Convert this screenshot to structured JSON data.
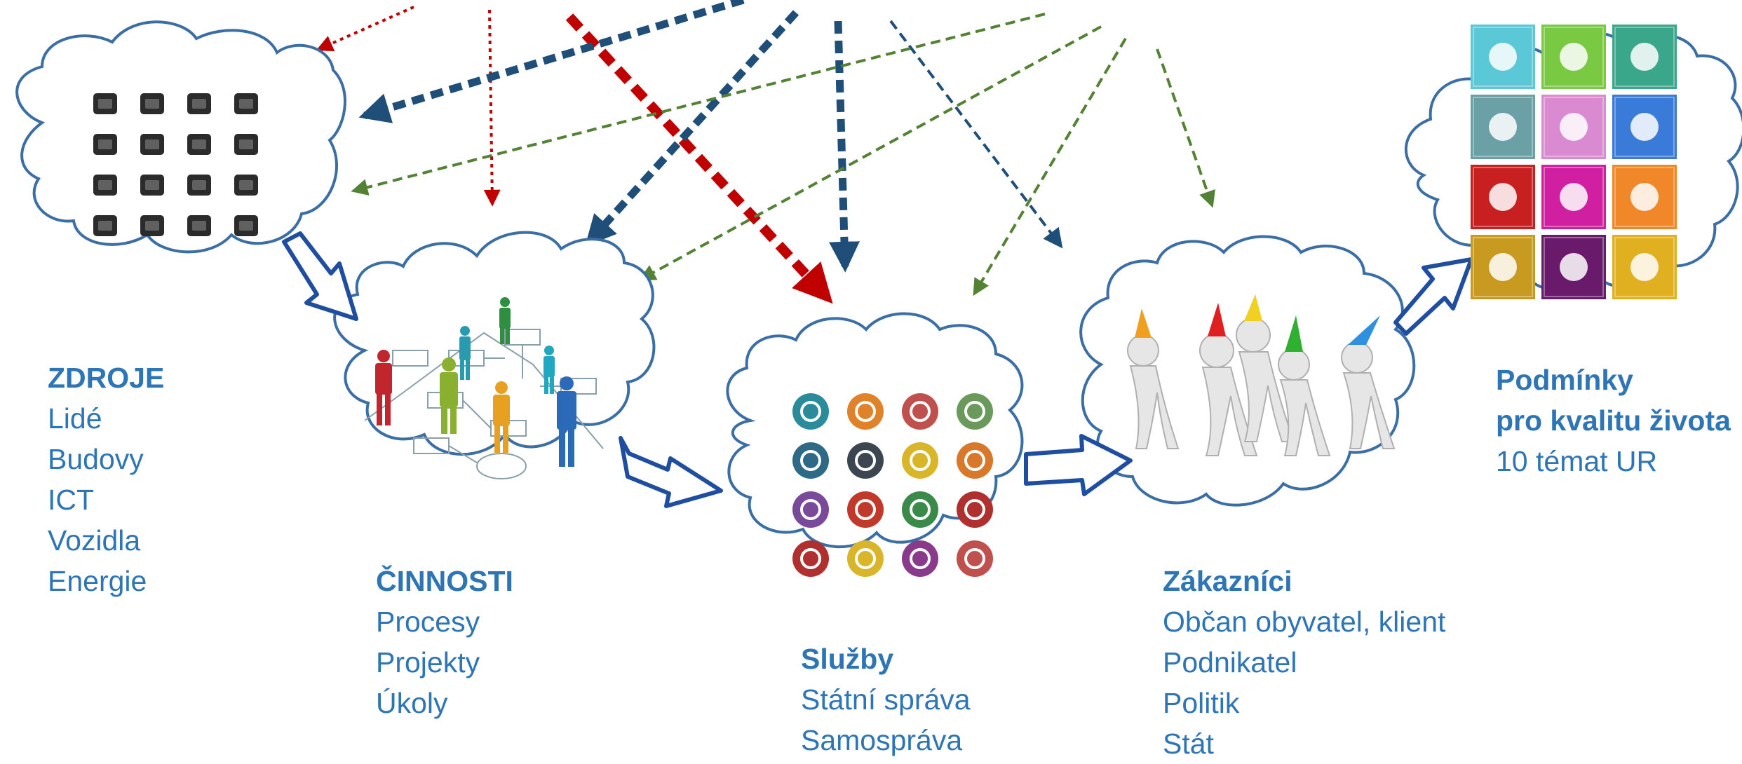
{
  "colors": {
    "cloud_stroke": "#3a6ea5",
    "label_text": "#2e75b6",
    "arrow_red": "#c00000",
    "arrow_blue": "#1f4e79",
    "arrow_green": "#548235",
    "flow_arrow": "#1f4ea0"
  },
  "sections": {
    "zdroje": {
      "title": "ZDROJE",
      "items": [
        "Lidé",
        "Budovy",
        "ICT",
        "Vozidla",
        "Energie"
      ]
    },
    "cinnosti": {
      "title": "ČINNOSTI",
      "items": [
        "Procesy",
        "Projekty",
        "Úkoly"
      ]
    },
    "sluzby": {
      "title": "Služby",
      "items": [
        "Státní správa",
        "Samospráva"
      ]
    },
    "zakaznici": {
      "title": "Zákazníci",
      "items": [
        "Občan obyvatel, klient",
        "Podnikatel",
        "Politik",
        "Stát"
      ]
    },
    "podminky": {
      "title_line1": "Podmínky",
      "title_line2": "pro kvalitu života",
      "items": [
        "10 témat UR"
      ]
    }
  },
  "resource_icons": [
    "team-icon",
    "businessman-icon",
    "bank-building-icon",
    "briefcase-icon",
    "monitor-chart-icon",
    "handshake-icon",
    "gears-icon",
    "binoculars-icon",
    "money-bag-icon",
    "meeting-icon",
    "coins-growth-icon",
    "bar-chart-icon",
    "pen-icon",
    "presentation-icon",
    "head-gear-icon",
    "globe-icon"
  ],
  "service_icons": [
    {
      "name": "water-tap-icon",
      "color": "#2a8c9a"
    },
    {
      "name": "lightbulb-icon",
      "color": "#e0822a"
    },
    {
      "name": "bus-icon",
      "color": "#c0504d"
    },
    {
      "name": "train-icon",
      "color": "#6a9a5b"
    },
    {
      "name": "ferry-icon",
      "color": "#2e6a86"
    },
    {
      "name": "road-icon",
      "color": "#3c4650"
    },
    {
      "name": "traffic-jam-icon",
      "color": "#d9b52a"
    },
    {
      "name": "restroom-icon",
      "color": "#d8782a"
    },
    {
      "name": "wind-turbine-icon",
      "color": "#7a4a9a"
    },
    {
      "name": "fire-icon",
      "color": "#c0392b"
    },
    {
      "name": "waste-bin-icon",
      "color": "#3a8a4a"
    },
    {
      "name": "emergency-phone-icon",
      "color": "#b03030"
    },
    {
      "name": "ambulance-icon",
      "color": "#b03030"
    },
    {
      "name": "electricity-icon",
      "color": "#d9b52a"
    },
    {
      "name": "house-icon",
      "color": "#8a3a8a"
    },
    {
      "name": "hydrant-icon",
      "color": "#c0504d"
    }
  ],
  "quality_tiles": [
    {
      "name": "wifi-tile-icon",
      "color": "#5bc8d8"
    },
    {
      "name": "plant-tile-icon",
      "color": "#7ac943"
    },
    {
      "name": "expand-arrows-tile-icon",
      "color": "#3aa68a"
    },
    {
      "name": "car-tile-icon",
      "color": "#6aa0a6"
    },
    {
      "name": "heart-tile-icon",
      "color": "#d98ad0"
    },
    {
      "name": "direction-arrows-tile-icon",
      "color": "#3a7ad8"
    },
    {
      "name": "education-tile-icon",
      "color": "#c82020"
    },
    {
      "name": "culture-column-tile-icon",
      "color": "#d01fa0"
    },
    {
      "name": "people-tile-icon",
      "color": "#f0882a"
    },
    {
      "name": "wheat-tile-icon",
      "color": "#c89a20"
    },
    {
      "name": "circle-tile-icon",
      "color": "#6a1a6a"
    },
    {
      "name": "colorful-house-tile-icon",
      "color": "#e0b020"
    }
  ]
}
